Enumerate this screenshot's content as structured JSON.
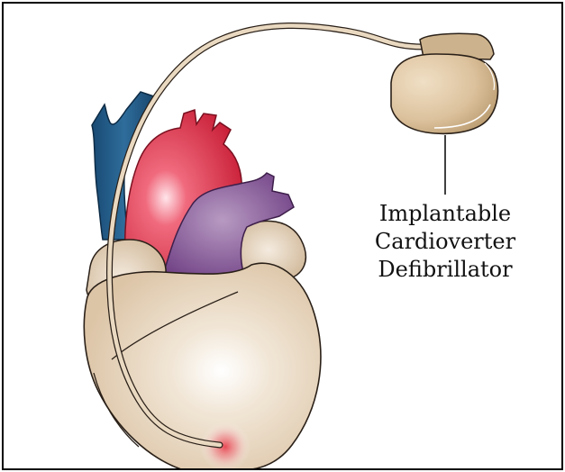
{
  "figure": {
    "device_label_lines": [
      "Implantable",
      "Cardioverter",
      "Defibrillator"
    ]
  },
  "colors": {
    "border": "#000000",
    "heart_tissue": "#e9d8c2",
    "heart_outline": "#2a2018",
    "aorta_red": "#d8283f",
    "pulmonary_purple": "#7c4a8d",
    "vena_cava_blue": "#1e5784",
    "lead_wire": "#e9d8c2",
    "device_case": "#d9c09a",
    "shock_glow": "#e8424f"
  },
  "icons": {
    "heart": "heart-illustration-icon",
    "device": "icd-device-icon"
  }
}
